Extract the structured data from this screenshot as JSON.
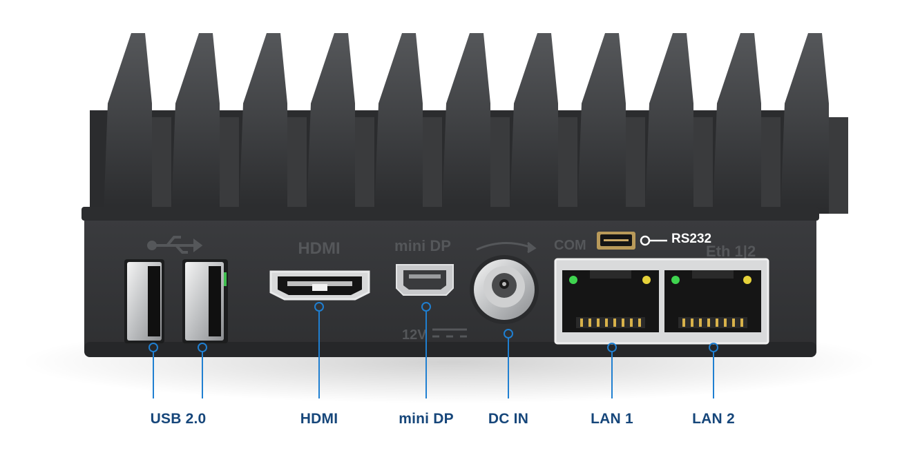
{
  "colors": {
    "callout": "#1f7fd1",
    "label": "#16467a",
    "label_white": "#ffffff",
    "body": "#333436",
    "body_dark": "#232426",
    "engraving": "#55575a"
  },
  "callouts": [
    {
      "id": "usb-2-0",
      "label": "USB 2.0"
    },
    {
      "id": "hdmi",
      "label": "HDMI"
    },
    {
      "id": "mini-dp",
      "label": "mini DP"
    },
    {
      "id": "dc-in",
      "label": "DC IN"
    },
    {
      "id": "lan-1",
      "label": "LAN 1"
    },
    {
      "id": "lan-2",
      "label": "LAN 2"
    }
  ],
  "rs232_label": "RS232",
  "engravings": {
    "hdmi": "HDMI",
    "mini_dp": "mini DP",
    "com": "COM",
    "voltage": "12V",
    "eth": "Eth 1|2"
  }
}
